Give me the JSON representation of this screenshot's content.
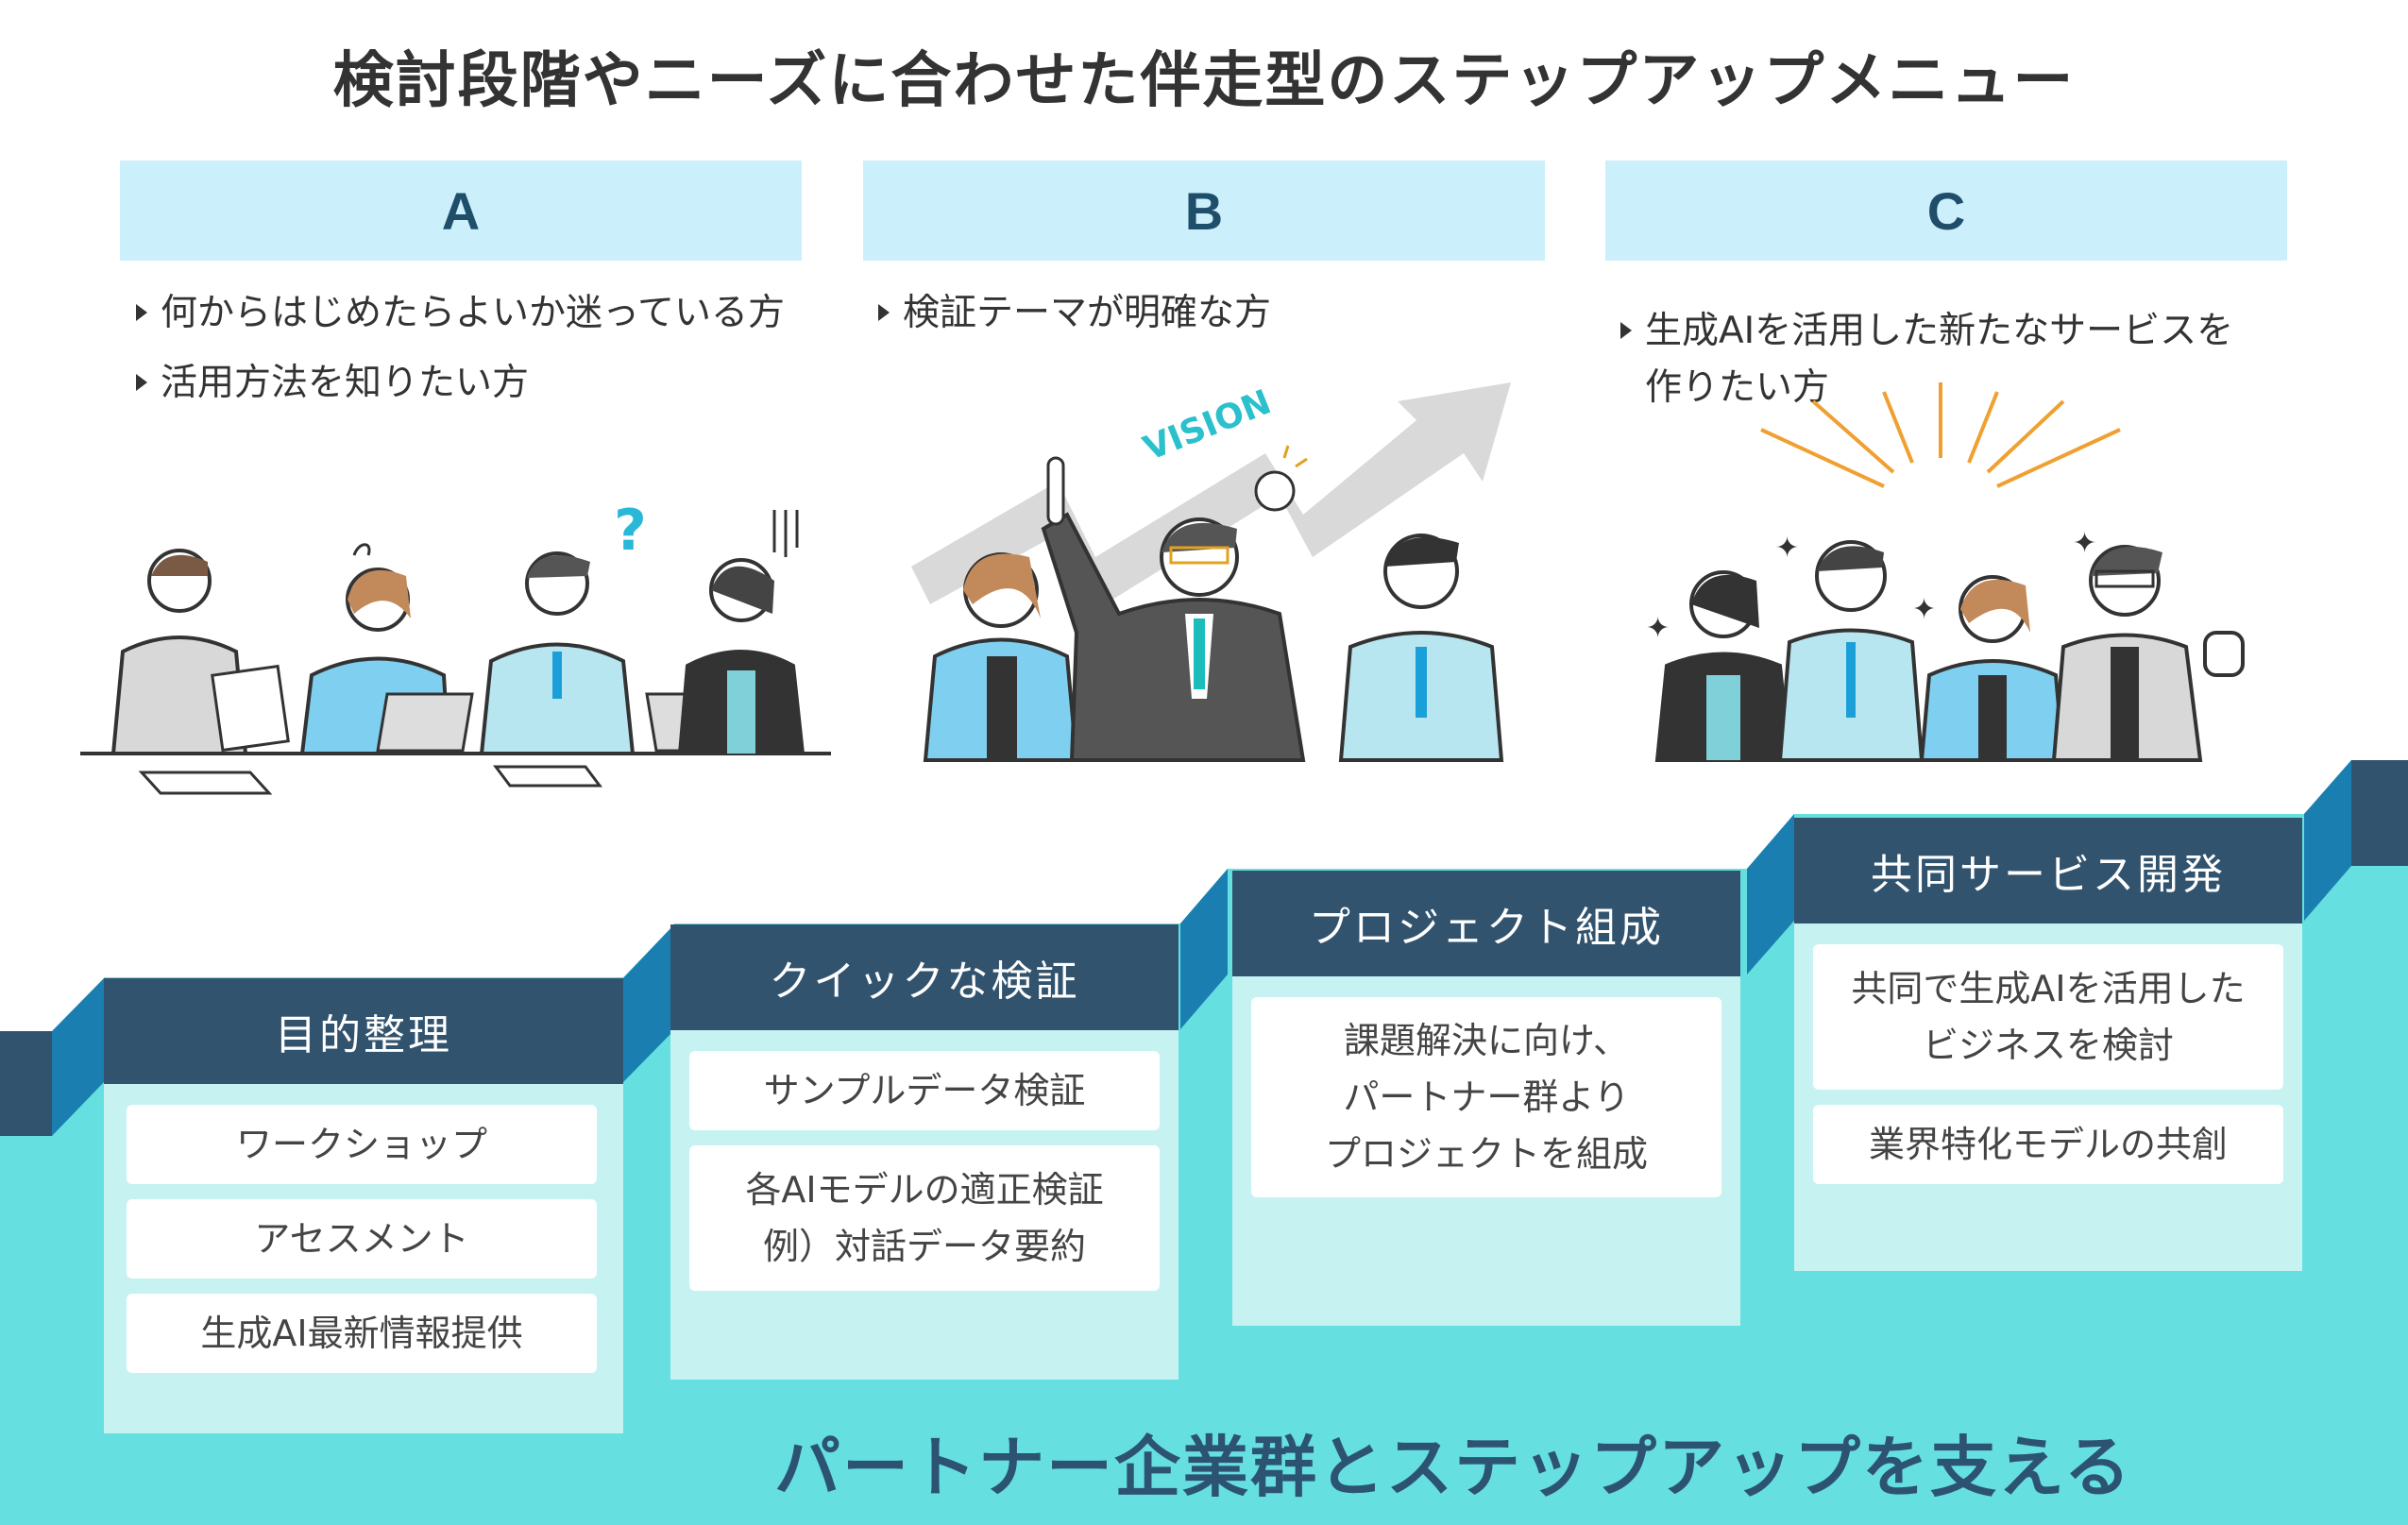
{
  "title": "検討段階やニーズに合わせた伴走型のステップアップメニュー",
  "columns": [
    {
      "label": "A",
      "targets": [
        "何からはじめたらよいか迷っている方",
        "活用方法を知りたい方"
      ]
    },
    {
      "label": "B",
      "targets": [
        "検証テーマが明確な方"
      ],
      "arrow_text": "VISION"
    },
    {
      "label": "C",
      "targets": [
        "生成AIを活用した新たなサービスを\n作りたい方"
      ]
    }
  ],
  "steps": [
    {
      "title": "目的整理",
      "items": [
        "ワークショップ",
        "アセスメント",
        "生成AI最新情報提供"
      ]
    },
    {
      "title": "クイックな検証",
      "items": [
        "サンプルデータ検証",
        "各AIモデルの適正検証\n例）対話データ要約"
      ]
    },
    {
      "title": "プロジェクト組成",
      "items": [
        "課題解決に向け、\nパートナー群より\nプロジェクトを組成"
      ]
    },
    {
      "title": "共同サービス開発",
      "items": [
        "共同で生成AIを活用した\nビジネスを検討",
        "業界特化モデルの共創"
      ]
    }
  ],
  "footer": "パートナー企業群とステップアップを支える",
  "colors": {
    "step_title": "#32536e",
    "step_body": "#c6f2f2",
    "teal": "#66dfe0",
    "header_bg": "#ccf0fb",
    "accent_blue": "#1a7fb0"
  }
}
